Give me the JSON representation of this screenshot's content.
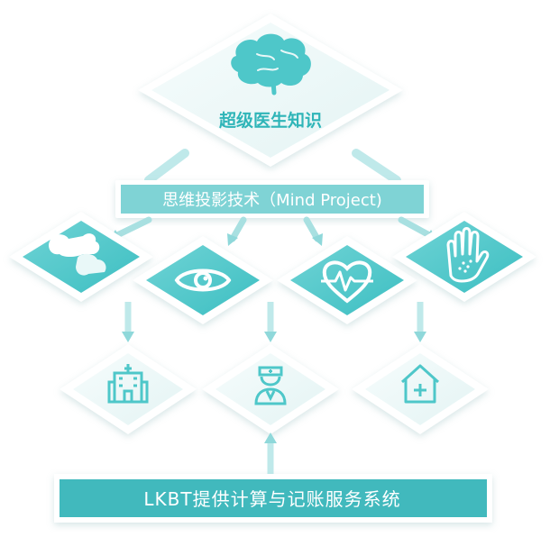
{
  "top": {
    "label": "超级医生知识",
    "icon": "brain-icon"
  },
  "banner": {
    "label": "思维投影技术（Mind Project)"
  },
  "bottom": {
    "label": "LKBT提供计算与记账服务系统"
  },
  "tiers": {
    "upper": [
      {
        "icon": "bone-joint-icon"
      },
      {
        "icon": "eye-icon"
      },
      {
        "icon": "heart-pulse-icon"
      },
      {
        "icon": "hand-icon"
      }
    ],
    "lower": [
      {
        "icon": "hospital-icon"
      },
      {
        "icon": "doctor-icon"
      },
      {
        "icon": "home-health-icon"
      }
    ]
  },
  "colors": {
    "teal": "#4ec7c9",
    "teal_dark": "#2fb5b8",
    "banner_bg": "#7fd3d5",
    "bar_bg": "#41b9bd",
    "diamond_light": "#eef8f8",
    "white": "#ffffff"
  }
}
